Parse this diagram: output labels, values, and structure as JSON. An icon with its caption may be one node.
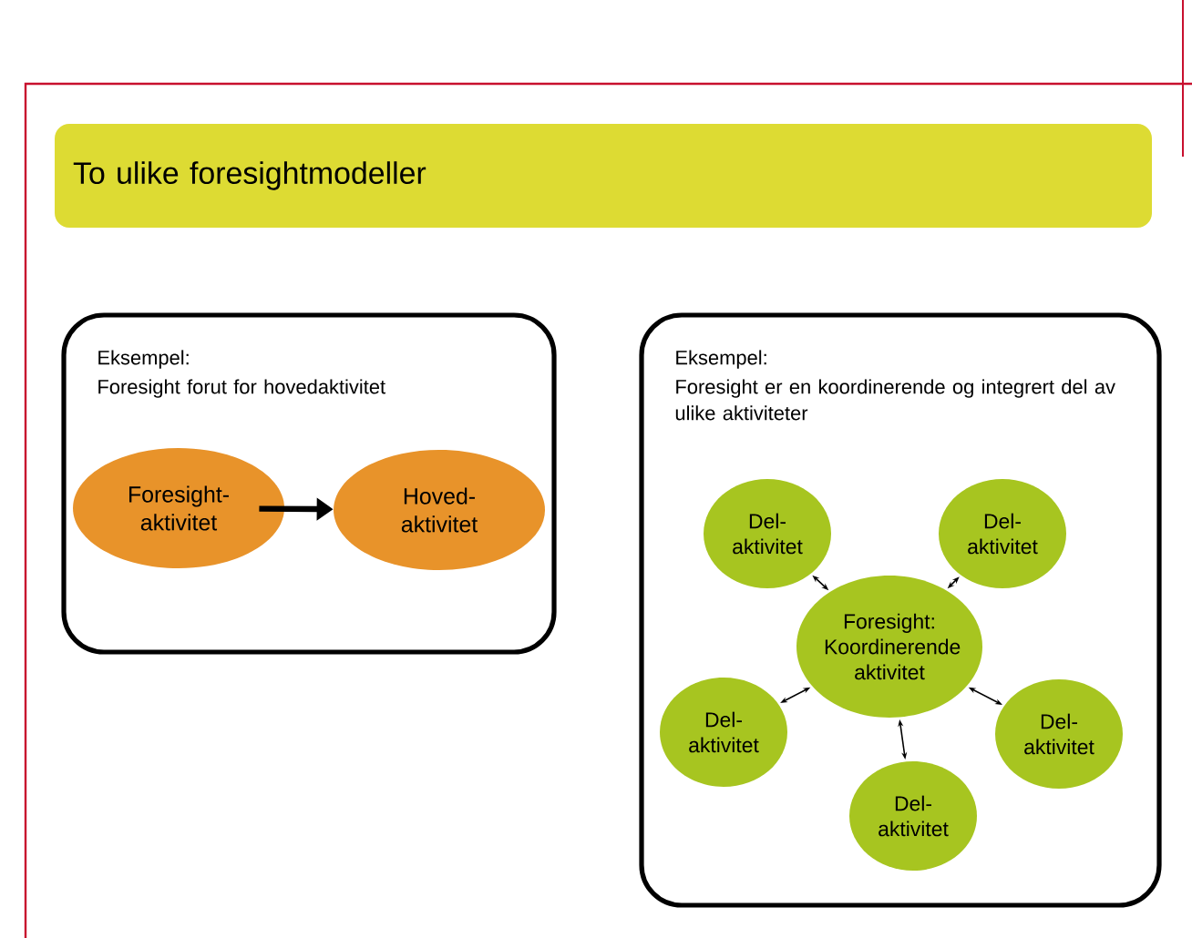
{
  "diagram": {
    "nodes": [
      {
        "text": [
          "To ulike foresightmodeller"
        ]
      },
      {
        "text": [
          "Eksempel:",
          "Foresight forut for hovedaktivitet"
        ]
      },
      {
        "text": [
          "Foresight- aktivitet"
        ],
        "in": 1
      },
      {
        "text": [
          "Hoved- aktivitet"
        ],
        "in": 1
      },
      {
        "text": [
          "Eksempel:",
          "Foresight er en koordinerende og integrert del av ulike aktiviteter"
        ]
      },
      {
        "text": [
          "Del- aktivitet"
        ],
        "in": 4
      },
      {
        "text": [
          "Del- aktivitet"
        ],
        "in": 4
      },
      {
        "text": [
          "Foresight: Koordinerende aktivitet"
        ],
        "in": 4
      },
      {
        "text": [
          "Del- aktivitet"
        ],
        "in": 4
      },
      {
        "text": [
          "Del- aktivitet"
        ],
        "in": 4
      },
      {
        "text": [
          "Del- aktivitet"
        ],
        "in": 4
      }
    ],
    "edges": [
      {
        "from": 2,
        "to": 3,
        "arrow": "to",
        "style": "thick"
      },
      {
        "from": 7,
        "to": 5,
        "arrow": "both"
      },
      {
        "from": 7,
        "to": 6,
        "arrow": "both"
      },
      {
        "from": 7,
        "to": 8,
        "arrow": "both"
      },
      {
        "from": 7,
        "to": 9,
        "arrow": "both"
      },
      {
        "from": 7,
        "to": 10,
        "arrow": "both"
      }
    ]
  }
}
